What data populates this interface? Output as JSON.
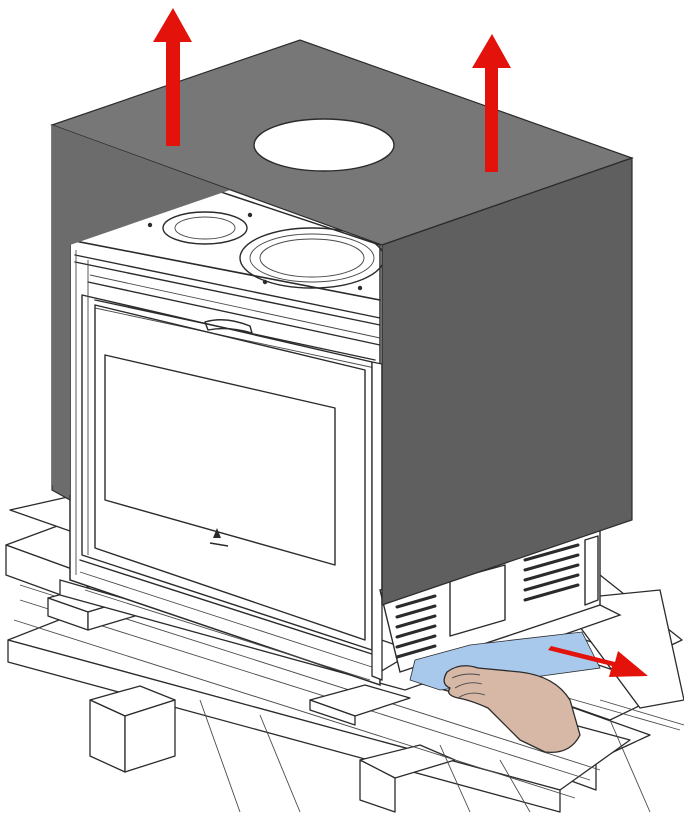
{
  "colors": {
    "cover": "#6c6c6c",
    "cover_side": "#5f5f5f",
    "cover_top": "#777777",
    "arrow": "#e3120b",
    "sheet": "#a9c9ec",
    "hand": "#d7b8a6",
    "outline": "#2b2b2b"
  },
  "arrows": [
    {
      "name": "lift-arrow-left",
      "direction": "up"
    },
    {
      "name": "lift-arrow-right",
      "direction": "up"
    },
    {
      "name": "pull-arrow",
      "direction": "right"
    }
  ],
  "parts": {
    "cover": "cardboard-cover",
    "stove": "stove-unit",
    "pallet": "wooden-pallet",
    "sheet": "protective-sheet",
    "hand": "hand-icon"
  }
}
